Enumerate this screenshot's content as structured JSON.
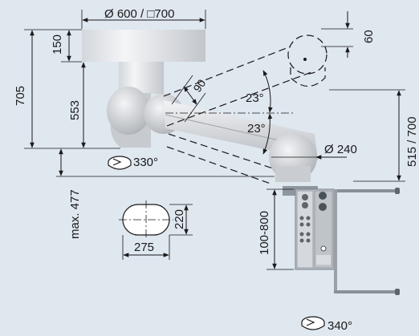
{
  "labels": {
    "top_diameter": "Ø 600 / □700",
    "dim_60": "60",
    "dim_150": "150",
    "dim_705": "705",
    "dim_553": "553",
    "dim_90": "90",
    "angle_upper": "23°",
    "angle_lower": "23°",
    "dim_515_700": "515 / 700",
    "diameter_240": "Ø 240",
    "rotation_330": "330°",
    "max_477": "max. 477",
    "dim_220": "220",
    "dim_275": "275",
    "dim_100_800": "100-800",
    "rotation_340": "340°"
  },
  "colors": {
    "background": "#dfe7ef",
    "body_light": "#e9ecef",
    "body_mid": "#c4c8cc",
    "body_dark": "#a9adb2",
    "steel": "#6c737a",
    "line": "#1a1a1a"
  },
  "icons": [
    "rotation-icon",
    "rotation-icon"
  ]
}
